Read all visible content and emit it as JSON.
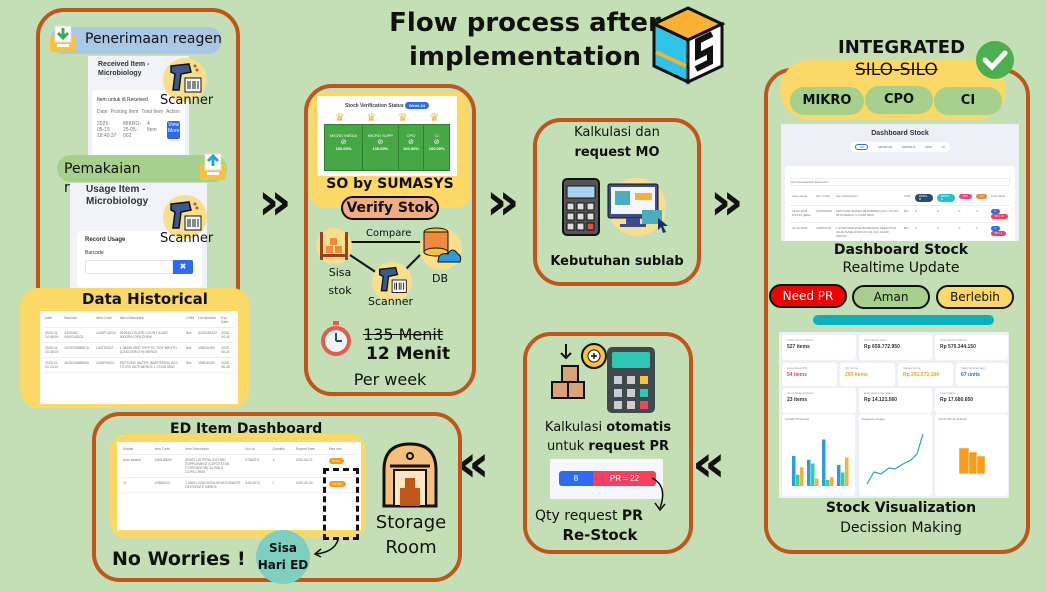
{
  "title": {
    "line1": "Flow process after",
    "line2": "implementation"
  },
  "panel1": {
    "receive_label": "Penerimaan reagen",
    "received_card": {
      "title_line1": "Received Item -",
      "title_line2": "Microbiology",
      "section": "Item untuk di Received",
      "headers": [
        "Date",
        "Posting Item",
        "Total Item",
        "Action"
      ],
      "row": {
        "date": "2025-05-15 18:40:37",
        "posting": "MIKRO-25-05-002",
        "total": "4 Item",
        "action": "View More"
      }
    },
    "scanner_label": "Scanner",
    "usage_label": "Pemakaian reagen",
    "usage_card": {
      "title_line1": "Usage Item -",
      "title_line2": "Microbiology",
      "section": "Record Usage",
      "field_label": "Barcode",
      "field_value": ""
    },
    "historical_title": "Data Historical",
    "historical_table": {
      "headers": [
        "Date",
        "Barcode",
        "Item Code",
        "Item Description",
        "UOM",
        "Lot Number",
        "Exp Date"
      ],
      "rows": [
        [
          "2025-01-24 08:05",
          "9100401-5400245102",
          "LMSPCA024",
          "9100401 PLATE COUNT AGAR 500GR/LIOFILCHEM",
          "Bot",
          "5400245102",
          "2026-04-31"
        ],
        [
          "2025-01-24 08:05",
          "4025100848070",
          "LMSTS002",
          "1.05459.0500 TRYPTIC SOY BROTH (CASO BROTH) MERCK",
          "Bot",
          "VM816454",
          "2029-05-31"
        ],
        [
          "2025-01-24 23:10",
          "4025100888548",
          "LMSPW001",
          "PEPTONE WATER (BUFFERED) ACC TO ISO 6579 MERCK 1.07228.0500",
          "Bot",
          "VM816433",
          "2029-08-30"
        ]
      ]
    }
  },
  "panel2": {
    "card_title": "Stock Verification Status",
    "card_badge": "Week 24",
    "categories": [
      {
        "name": "MICRO MEDIA",
        "pct": "100.00%"
      },
      {
        "name": "MICRO SUPP",
        "pct": "100.00%"
      },
      {
        "name": "CPO",
        "pct": "100.00%"
      },
      {
        "name": "CI",
        "pct": "100.00%"
      }
    ],
    "heading": "SO by SUMASYS",
    "verify_button": "Verify Stok",
    "compare_label": "Compare",
    "sisa_label": "Sisa stok",
    "db_label": "DB",
    "scanner_label": "Scanner",
    "old_time": "135 Menit",
    "new_time": "12 Menit",
    "period": "Per week"
  },
  "panel3": {
    "line1": "Kalkulasi dan",
    "line2": "request MO",
    "footer": "Kebutuhan sublab"
  },
  "panel4": {
    "integrated": "INTEGRATED",
    "silo": "SILO-SILO",
    "tabs": [
      "MIKRO",
      "CPO",
      "CI"
    ],
    "dashboard_card": {
      "title": "Dashboard Stock",
      "filters": [
        "All",
        "MICRO-M",
        "MICRO-S",
        "CPO",
        "CI"
      ],
      "search_placeholder": "Cari berdasarkan kata kunci...",
      "headers": [
        "Last Usage",
        "Item Code",
        "Item Description",
        "UOM",
        "MICRO-M",
        "MICRO-S",
        "CPO",
        "CI",
        "Total Stock"
      ],
      "rows": [
        {
          "date": "22-02-2025 8:54:44 (jalan)",
          "code": "LMSPW001",
          "desc": "PEPTONE WATER (BUFFERED) ACC TO ISO 6579 MERCK 1.07228.0500",
          "uom": "Bot",
          "m": "0",
          "s": "0",
          "cpo": "0",
          "ci": "0",
          "stock": "0",
          "pr": "PR = 10"
        },
        {
          "date": "24-02-2025",
          "code": "LMSPS001",
          "desc": "1.07620.0500 PSEUDOMONAS SELECTIVE AGAR BASE (FOR CN OR CFC AGAR) MERCK",
          "uom": "Bot",
          "m": "0",
          "s": "0",
          "cpo": "0",
          "ci": "0",
          "stock": "0",
          "pr": "PR = 1"
        }
      ]
    },
    "dash_title": "Dashboard Stock",
    "dash_sub": "Realtime Update",
    "legend": [
      "Need PR",
      "Aman",
      "Berlebih"
    ],
    "stats": [
      {
        "label": "Total Items in Stock",
        "value": "527 items"
      },
      {
        "label": "Total Stock Value",
        "value": "Rp 659.772.950"
      },
      {
        "label": "Total Stock Ordered",
        "value": "Rp 570.344.150"
      },
      {
        "label": "Items Need PR",
        "value": "54 items"
      },
      {
        "label": "Qty Items",
        "value": "205 items"
      },
      {
        "label": "Values Items",
        "value": "Rp 291.373.184"
      },
      {
        "label": "Most Stocked Item",
        "value": "67 units"
      },
      {
        "label": "Items Near Expired",
        "value": "23 items"
      },
      {
        "label": "Estimated Loss Value",
        "value": "Rp 14.121.560"
      },
      {
        "label": "Loss Value",
        "value": "Rp 17.680.650"
      }
    ],
    "charts": [
      "Sublab Expense",
      "Expense Usage",
      "Verify Stock Sublab"
    ],
    "viz_title": "Stock Visualization",
    "viz_sub": "Decission Making"
  },
  "panel5": {
    "line1_a": "Kalkulasi ",
    "line1_b": "otomatis",
    "line2_a": "untuk ",
    "line2_b": "request PR",
    "stock_value": "8",
    "pr_value": "PR = 22",
    "qty_a": "Qty request ",
    "qty_b": "PR",
    "restock": "Re-Stock"
  },
  "panel6": {
    "title": "ED Item Dashboard",
    "headers": [
      "Sublab",
      "Item Code",
      "Item Description",
      "No Lot",
      "Quantity",
      "Expired Date",
      "Sisa hari"
    ],
    "rows": [
      [
        "Adm system",
        "LMSUM009",
        "BR027 LISTERIA OXFORD SUPPLEMENT (CEFOTETAN FOSFOMYCIN) 10 VIALS LIOFILCHEM",
        "07062211",
        "1",
        "2025-06-22",
        "8 hari"
      ],
      [
        "CI",
        "LR550012",
        "1.06521.0250 SODIUM MOLYBDATE DIHYDRATE MERCK",
        "A1615721",
        "1",
        "2025-06-30",
        "16 hari"
      ]
    ],
    "no_worries": "No Worries !",
    "sisa_badge_line1": "Sisa",
    "sisa_badge_line2": "Hari ED",
    "storage_line1": "Storage",
    "storage_line2": "Room"
  },
  "colors": {
    "background": "#c4dfb5",
    "panel_border": "#c1561b",
    "highlight": "#fcd866",
    "need_pr": "#f00000",
    "aman": "#a7d08c",
    "berlebih": "#fcd866",
    "blue_btn": "#2f6bf0",
    "pink_btn": "#f43f5e"
  }
}
